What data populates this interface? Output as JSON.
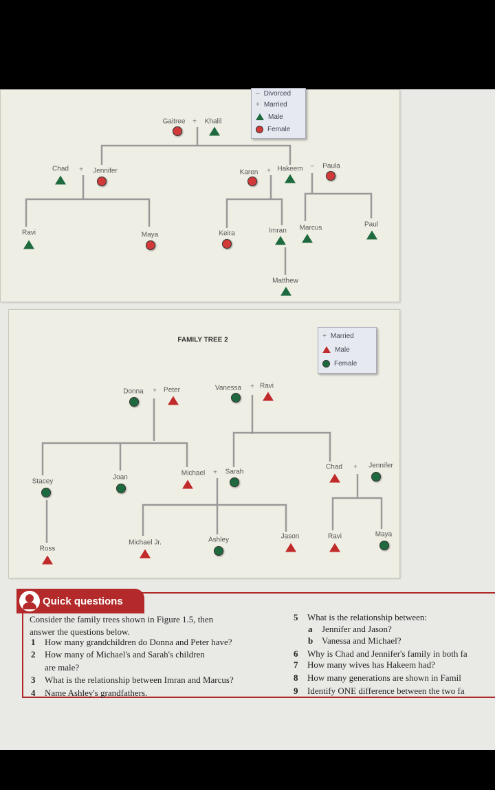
{
  "tree1": {
    "legend": [
      "Divorced",
      "Married",
      "Male",
      "Female"
    ],
    "members": [
      {
        "id": "gaitree",
        "name": "Gaitree",
        "gender": "female"
      },
      {
        "id": "khalil",
        "name": "Khalil",
        "gender": "male"
      },
      {
        "id": "chad",
        "name": "Chad",
        "gender": "male"
      },
      {
        "id": "jennifer",
        "name": "Jennifer",
        "gender": "female"
      },
      {
        "id": "karen",
        "name": "Karen",
        "gender": "female"
      },
      {
        "id": "hakeem",
        "name": "Hakeem",
        "gender": "male"
      },
      {
        "id": "paula",
        "name": "Paula",
        "gender": "female"
      },
      {
        "id": "ravi",
        "name": "Ravi",
        "gender": "male"
      },
      {
        "id": "maya",
        "name": "Maya",
        "gender": "female"
      },
      {
        "id": "keira",
        "name": "Keira",
        "gender": "female"
      },
      {
        "id": "imran",
        "name": "Imran",
        "gender": "male"
      },
      {
        "id": "marcus",
        "name": "Marcus",
        "gender": "male"
      },
      {
        "id": "paul",
        "name": "Paul",
        "gender": "male"
      },
      {
        "id": "matthew",
        "name": "Matthew",
        "gender": "male"
      }
    ],
    "colors": {
      "male": "#1e6a3e",
      "female": "#d23a3a"
    }
  },
  "tree2": {
    "title": "FAMILY TREE 2",
    "legend": [
      "Married",
      "Male",
      "Female"
    ],
    "members": [
      {
        "id": "donna",
        "name": "Donna",
        "gender": "female"
      },
      {
        "id": "peter",
        "name": "Peter",
        "gender": "male"
      },
      {
        "id": "vanessa",
        "name": "Vanessa",
        "gender": "female"
      },
      {
        "id": "ravi2",
        "name": "Ravi",
        "gender": "male"
      },
      {
        "id": "stacey",
        "name": "Stacey",
        "gender": "female"
      },
      {
        "id": "joan",
        "name": "Joan",
        "gender": "female"
      },
      {
        "id": "michael",
        "name": "Michael",
        "gender": "male"
      },
      {
        "id": "sarah",
        "name": "Sarah",
        "gender": "female"
      },
      {
        "id": "chad2",
        "name": "Chad",
        "gender": "male"
      },
      {
        "id": "jennifer2",
        "name": "Jennifer",
        "gender": "female"
      },
      {
        "id": "ross",
        "name": "Ross",
        "gender": "male"
      },
      {
        "id": "michaeljr",
        "name": "Michael Jr.",
        "gender": "male"
      },
      {
        "id": "ashley",
        "name": "Ashley",
        "gender": "female"
      },
      {
        "id": "jason",
        "name": "Jason",
        "gender": "male"
      },
      {
        "id": "ravi3",
        "name": "Ravi",
        "gender": "male"
      },
      {
        "id": "maya2",
        "name": "Maya",
        "gender": "female"
      }
    ],
    "colors": {
      "male": "#c02a2a",
      "female": "#1e6a3e"
    }
  },
  "symbols": {
    "married": "+",
    "divorced": "–"
  },
  "questions": {
    "title": "Quick questions",
    "intro": [
      "Consider the family trees shown in Figure 1.5, then",
      "answer the questions below."
    ],
    "left": [
      {
        "n": "1",
        "text": "How many grandchildren do Donna and Peter have?"
      },
      {
        "n": "2",
        "text": "How many of Michael's and Sarah's children"
      },
      {
        "n": "",
        "text": "are male?"
      },
      {
        "n": "3",
        "text": "What is the relationship between Imran and Marcus?"
      },
      {
        "n": "4",
        "text": "Name Ashley's grandfathers."
      }
    ],
    "right": [
      {
        "n": "5",
        "text": "What is the relationship between:"
      },
      {
        "n": "a",
        "text": "Jennifer and Jason?"
      },
      {
        "n": "b",
        "text": "Vanessa and Michael?"
      },
      {
        "n": "6",
        "text": "Why is Chad and Jennifer's family in both fa"
      },
      {
        "n": "7",
        "text": "How many wives has Hakeem had?"
      },
      {
        "n": "8",
        "text": "How many generations are shown in Famil"
      },
      {
        "n": "9",
        "text": "Identify ONE difference between the two fa"
      }
    ]
  }
}
